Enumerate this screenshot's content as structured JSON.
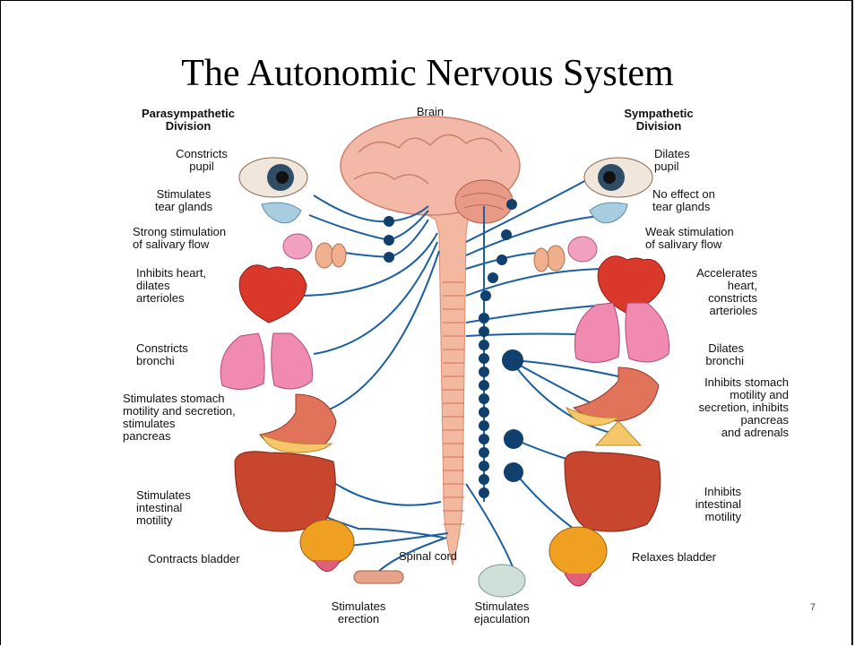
{
  "title": "The Autonomic Nervous System",
  "slide_number": "7",
  "headers": {
    "parasympathetic": "Parasympathetic\nDivision",
    "brain": "Brain",
    "sympathetic": "Sympathetic\nDivision",
    "spinal_cord": "Spinal cord"
  },
  "left_labels": [
    "Constricts\npupil",
    "Stimulates\ntear glands",
    "Strong stimulation\nof salivary flow",
    "Inhibits heart,\ndilates\narterioles",
    "Constricts\nbronchi",
    "Stimulates stomach\nmotility and secretion,\nstimulates\npancreas",
    "Stimulates\nintestinal\nmotility",
    "Contracts bladder"
  ],
  "right_labels": [
    "Dilates\npupil",
    "No effect on\ntear glands",
    "Weak stimulation\nof salivary flow",
    "Accelerates\nheart,\nconstricts\narterioles",
    "Dilates\nbronchi",
    "Inhibits stomach\nmotility and\nsecretion, inhibits\npancreas\nand adrenals",
    "Inhibits\nintestinal\nmotility",
    "Relaxes bladder"
  ],
  "bottom_labels": {
    "erection": "Stimulates\nerection",
    "ejaculation": "Stimulates\nejaculation"
  },
  "colors": {
    "nerve": "#1b5fa0",
    "ganglion": "#10406e",
    "spine": "#f2b8a0",
    "brain": "#f4b8a8",
    "organ_red": "#d9382a",
    "lung": "#f08ab0",
    "intestine": "#c8452e",
    "bladder": "#f0a020"
  }
}
